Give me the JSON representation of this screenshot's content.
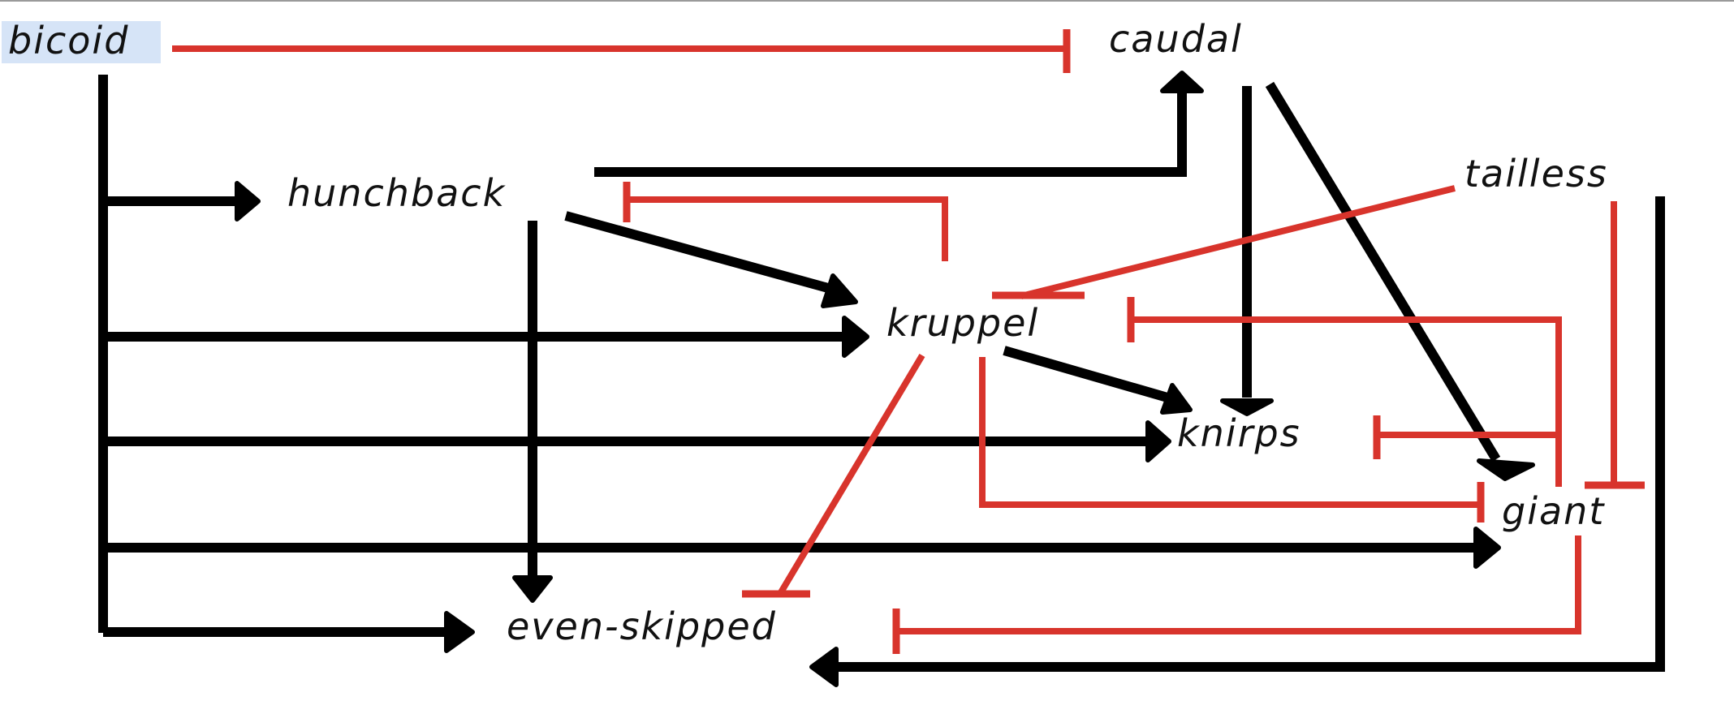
{
  "diagram": {
    "nodes": {
      "bicoid": "bicoid",
      "caudal": "caudal",
      "hunchback": "hunchback",
      "tailless": "tailless",
      "kruppel": "kruppel",
      "knirps": "knirps",
      "giant": "giant",
      "even_skipped": "even-skipped"
    },
    "colors": {
      "activation": "#000000",
      "repression": "#d8342c",
      "highlight": "#d6e4f7"
    },
    "edges": [
      {
        "from": "bicoid",
        "to": "caudal",
        "type": "repression"
      },
      {
        "from": "bicoid",
        "to": "hunchback",
        "type": "activation"
      },
      {
        "from": "bicoid",
        "to": "kruppel",
        "type": "activation"
      },
      {
        "from": "bicoid",
        "to": "knirps",
        "type": "activation"
      },
      {
        "from": "bicoid",
        "to": "giant",
        "type": "activation"
      },
      {
        "from": "bicoid",
        "to": "even-skipped",
        "type": "activation"
      },
      {
        "from": "hunchback",
        "to": "caudal",
        "type": "activation"
      },
      {
        "from": "hunchback",
        "to": "kruppel",
        "type": "activation"
      },
      {
        "from": "hunchback",
        "to": "even-skipped",
        "type": "activation"
      },
      {
        "from": "kruppel",
        "to": "hunchback",
        "type": "repression"
      },
      {
        "from": "kruppel",
        "to": "knirps",
        "type": "activation"
      },
      {
        "from": "kruppel",
        "to": "giant",
        "type": "repression"
      },
      {
        "from": "kruppel",
        "to": "even-skipped",
        "type": "repression"
      },
      {
        "from": "caudal",
        "to": "knirps",
        "type": "activation"
      },
      {
        "from": "caudal",
        "to": "giant",
        "type": "activation"
      },
      {
        "from": "tailless",
        "to": "kruppel",
        "type": "repression"
      },
      {
        "from": "tailless",
        "to": "giant",
        "type": "repression"
      },
      {
        "from": "tailless",
        "to": "even-skipped",
        "type": "activation"
      },
      {
        "from": "giant",
        "to": "kruppel",
        "type": "repression"
      },
      {
        "from": "giant",
        "to": "knirps",
        "type": "repression"
      },
      {
        "from": "giant",
        "to": "even-skipped",
        "type": "repression"
      }
    ]
  }
}
